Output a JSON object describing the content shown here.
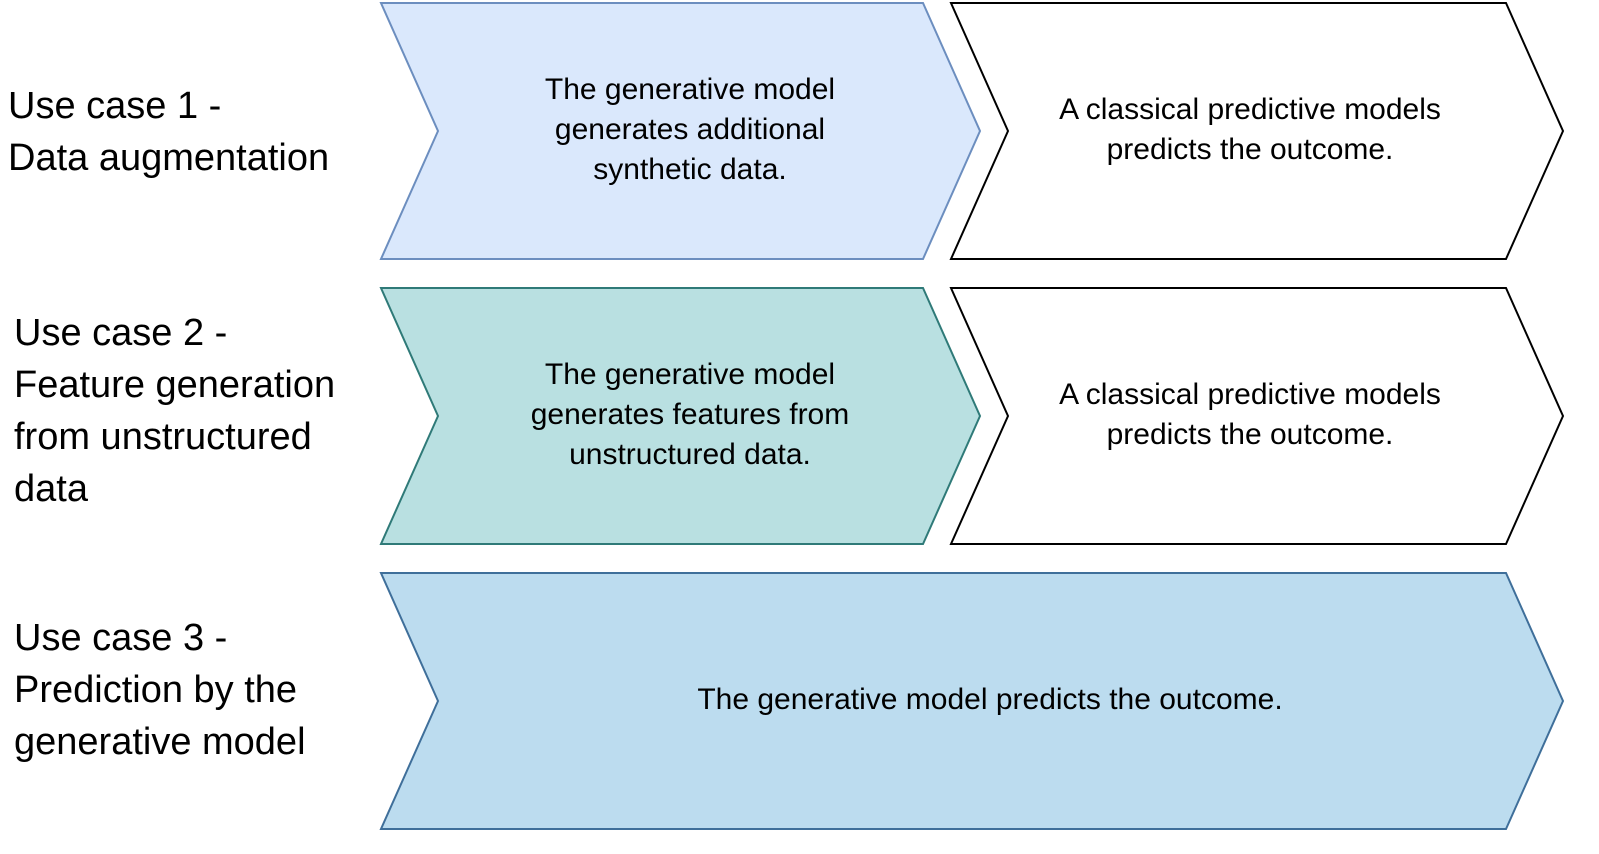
{
  "colors": {
    "stage1_fill": "#dae8fc",
    "stage1_stroke": "#6c8ebf",
    "stage2_fill": "#b9e0e1",
    "stage2_stroke": "#2f7a78",
    "stage3_fill": "#bcdcef",
    "stage3_stroke": "#3f6f9a",
    "plain_fill": "#ffffff",
    "plain_stroke": "#000000"
  },
  "use_cases": [
    {
      "label_lines": [
        "Use case 1 -",
        "Data augmentation"
      ],
      "steps": [
        {
          "lines": [
            "The generative model",
            "generates additional",
            "synthetic data."
          ]
        },
        {
          "lines": [
            "A classical predictive models",
            "predicts the outcome."
          ]
        }
      ]
    },
    {
      "label_lines": [
        "Use case 2 -",
        "Feature generation",
        "from unstructured",
        "data"
      ],
      "steps": [
        {
          "lines": [
            "The generative model",
            "generates features from",
            "unstructured data."
          ]
        },
        {
          "lines": [
            "A classical predictive models",
            "predicts the outcome."
          ]
        }
      ]
    },
    {
      "label_lines": [
        "Use case 3 -",
        "Prediction by the",
        "generative model"
      ],
      "steps": [
        {
          "lines": [
            "The generative model predicts the outcome."
          ]
        }
      ]
    }
  ]
}
